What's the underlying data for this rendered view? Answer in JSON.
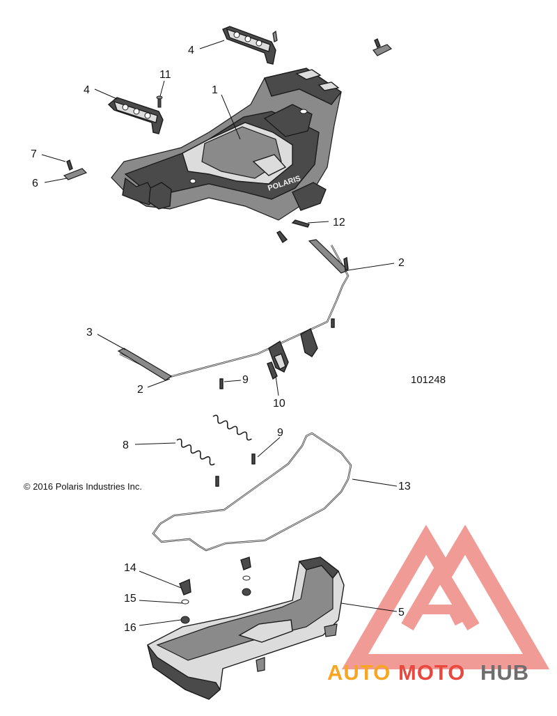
{
  "diagram": {
    "drawing_number": "101248",
    "copyright": "© 2016 Polaris Industries Inc.",
    "embossed_brand": "POLARIS",
    "callouts": [
      {
        "id": "c4a",
        "label": "4"
      },
      {
        "id": "c11",
        "label": "11"
      },
      {
        "id": "c4b",
        "label": "4"
      },
      {
        "id": "c1",
        "label": "1"
      },
      {
        "id": "c7",
        "label": "7"
      },
      {
        "id": "c6",
        "label": "6"
      },
      {
        "id": "c12",
        "label": "12"
      },
      {
        "id": "c2a",
        "label": "2"
      },
      {
        "id": "c3",
        "label": "3"
      },
      {
        "id": "c2b",
        "label": "2"
      },
      {
        "id": "c9a",
        "label": "9"
      },
      {
        "id": "c10",
        "label": "10"
      },
      {
        "id": "c8",
        "label": "8"
      },
      {
        "id": "c9b",
        "label": "9"
      },
      {
        "id": "c13",
        "label": "13"
      },
      {
        "id": "c14",
        "label": "14"
      },
      {
        "id": "c15",
        "label": "15"
      },
      {
        "id": "c16",
        "label": "16"
      },
      {
        "id": "c5",
        "label": "5"
      }
    ]
  },
  "watermark": {
    "word_part1": "AUTO",
    "word_part2": "MOTO",
    "word_part3": "HUB",
    "colors": {
      "orange": "#f6a623",
      "gray": "#6e6e6e",
      "red": "#e8483e"
    }
  }
}
